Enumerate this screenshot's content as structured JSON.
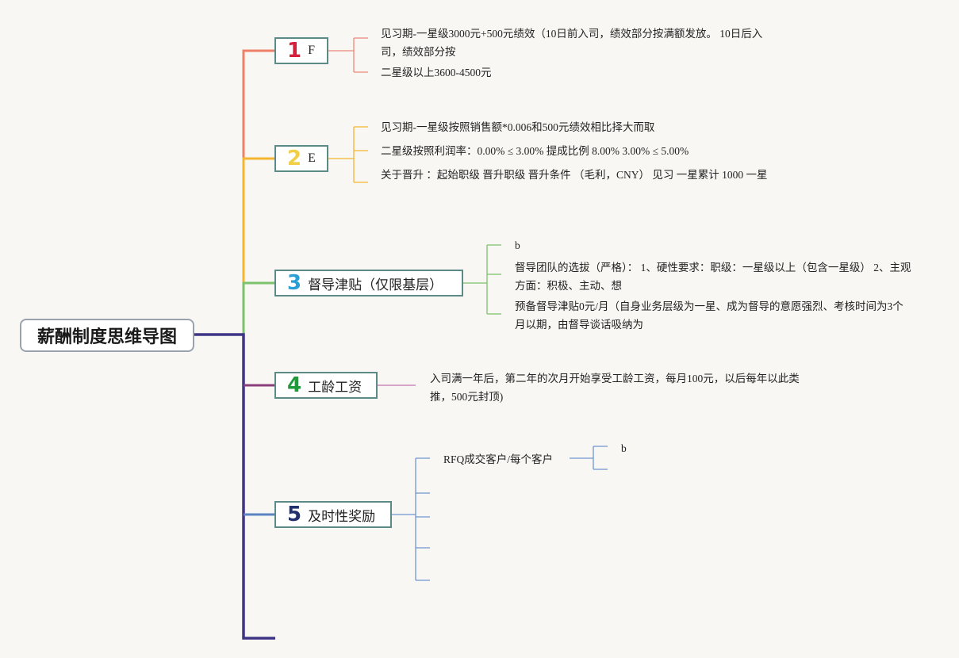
{
  "root": {
    "title": "薪酬制度思维导图"
  },
  "branches": [
    {
      "num": "1",
      "num_color": "#d8203a",
      "label": "F",
      "line_color": "#ef8a78",
      "items": [
        "见习期-一星级3000元+500元绩效（10日前入司，绩效部分按满额发放。 10日后入司，绩效部分按",
        "二星级以上3600-4500元"
      ]
    },
    {
      "num": "2",
      "num_color": "#f0ce45",
      "label": "E",
      "line_color": "#f3b62e",
      "items": [
        "见习期-一星级按照销售额*0.006和500元绩效相比择大而取",
        "二星级按照利润率：0.00% ≤ 3.00% 提成比例 8.00% 3.00% ≤ 5.00%",
        "关于晋升 ：起始职级 晋升职级 晋升条件 （毛利，CNY） 见习 一星累计 1000 一星"
      ]
    },
    {
      "num": "3",
      "num_color": "#2a9fd6",
      "label": "督导津贴（仅限基层）",
      "line_color": "#7cc26b",
      "items": [
        "b",
        "督导团队的选拔（严格）： 1、硬性要求：职级：一星级以上（包含一星级） 2、主观方面：积极、主动、想",
        "预备督导津贴0元/月（自身业务层级为一星、成为督导的意愿强烈、考核时间为3个月以期，由督导谈话吸纳为"
      ]
    },
    {
      "num": "4",
      "num_color": "#1f9a3a",
      "label": "工龄工资",
      "line_color": "#c98bb8",
      "items": [
        "入司满一年后，第二年的次月开始享受工龄工资，每月100元，以后每年以此类推，500元封顶)"
      ]
    },
    {
      "num": "5",
      "num_color": "#24306e",
      "label": "及时性奖励",
      "line_color": "#6f95cf",
      "items": [
        "RFQ成交客户/每个客户"
      ],
      "sub_items": [
        "b"
      ]
    }
  ],
  "colors": {
    "trunk": "#3f3585",
    "node_border": "#5b8a87",
    "branch1_trunk": "#ef8068",
    "branch2_trunk": "#f3b62e",
    "branch3_trunk": "#7cc26b"
  }
}
